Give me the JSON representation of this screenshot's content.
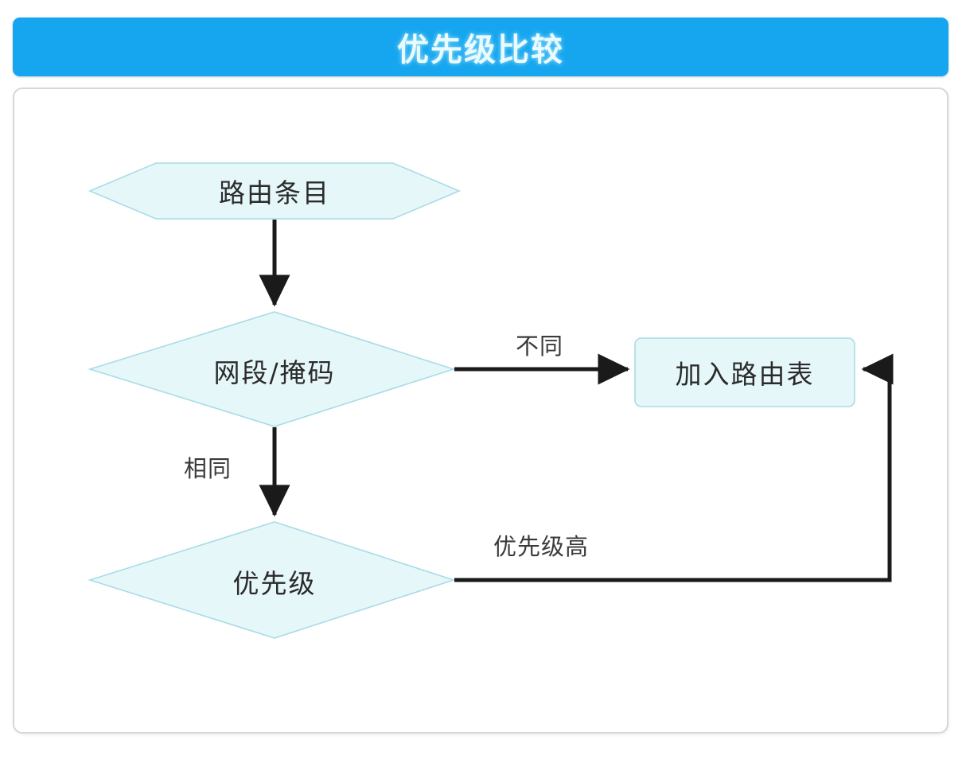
{
  "header": {
    "title": "优先级比较",
    "bg_color": "#16a6ef",
    "text_color": "#e9fbff"
  },
  "diagram": {
    "type": "flowchart",
    "node_fill": "#e6f7fa",
    "node_stroke": "#a8dce6",
    "line_color": "#1a1a1a",
    "nodes": [
      {
        "id": "route-entry",
        "shape": "hexagon",
        "label": "路由条目"
      },
      {
        "id": "network-mask",
        "shape": "diamond",
        "label": "网段/掩码"
      },
      {
        "id": "priority",
        "shape": "diamond",
        "label": "优先级"
      },
      {
        "id": "add-route-table",
        "shape": "rounded-rect",
        "label": "加入路由表"
      }
    ],
    "edges": [
      {
        "from": "route-entry",
        "to": "network-mask",
        "label": ""
      },
      {
        "from": "network-mask",
        "to": "add-route-table",
        "label": "不同"
      },
      {
        "from": "network-mask",
        "to": "priority",
        "label": "相同"
      },
      {
        "from": "priority",
        "to": "add-route-table",
        "label": "优先级高"
      }
    ]
  }
}
